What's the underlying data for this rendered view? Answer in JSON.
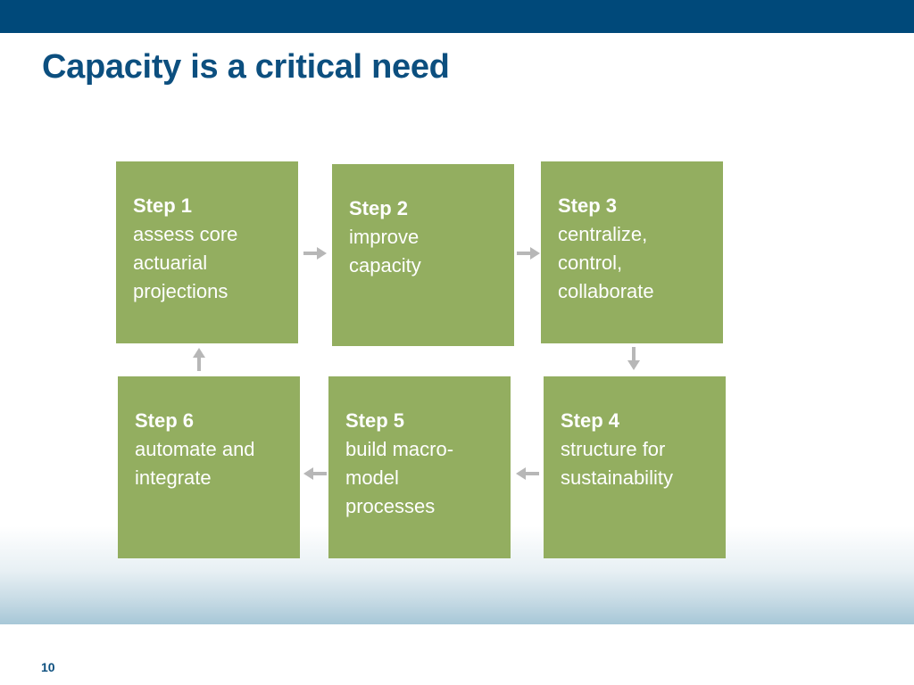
{
  "slide": {
    "title": "Capacity is a critical need",
    "page_number": "10"
  },
  "colors": {
    "top_bar": "#00497a",
    "title": "#0c4f7f",
    "step_box": "#93ae60",
    "arrow": "#b7b7b7"
  },
  "steps": [
    {
      "label": "Step 1",
      "description": "assess core actuarial projections"
    },
    {
      "label": "Step 2",
      "description": "improve capacity"
    },
    {
      "label": "Step 3",
      "description": "centralize, control, collaborate"
    },
    {
      "label": "Step 4",
      "description": "structure for sustainability"
    },
    {
      "label": "Step 5",
      "description": "build macro-model processes"
    },
    {
      "label": "Step 6",
      "description": "automate and integrate"
    }
  ],
  "arrows": [
    {
      "from": "Step 1",
      "to": "Step 2",
      "direction": "right"
    },
    {
      "from": "Step 2",
      "to": "Step 3",
      "direction": "right"
    },
    {
      "from": "Step 3",
      "to": "Step 4",
      "direction": "down"
    },
    {
      "from": "Step 4",
      "to": "Step 5",
      "direction": "left"
    },
    {
      "from": "Step 5",
      "to": "Step 6",
      "direction": "left"
    },
    {
      "from": "Step 6",
      "to": "Step 1",
      "direction": "up"
    }
  ]
}
